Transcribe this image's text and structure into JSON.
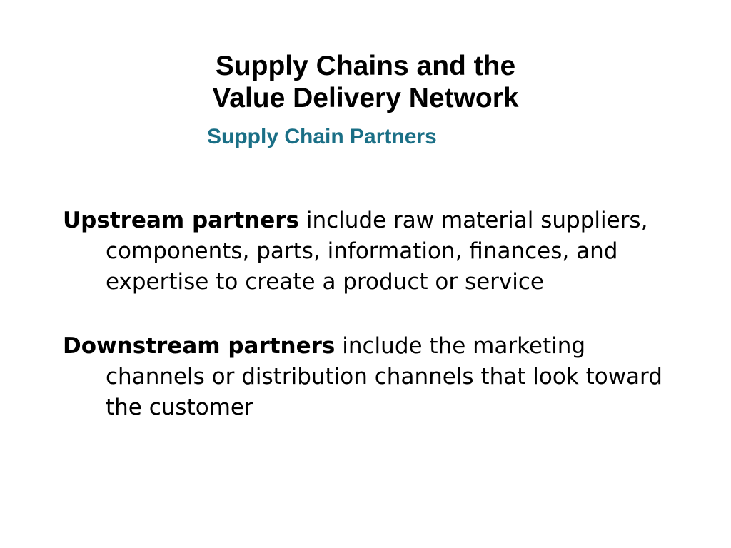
{
  "slide": {
    "title_line1": "Supply Chains and the",
    "title_line2": "Value Delivery Network",
    "subtitle": "Supply Chain Partners",
    "paragraphs": [
      {
        "term": "Upstream partners",
        "text": "include raw material suppliers, components, parts, information, finances, and expertise to create a product or service"
      },
      {
        "term": "Downstream partners",
        "text": "include the marketing channels or distribution channels that look toward the customer"
      }
    ]
  },
  "colors": {
    "subtitle": "#1a6f86",
    "text": "#000000",
    "background": "#ffffff"
  }
}
